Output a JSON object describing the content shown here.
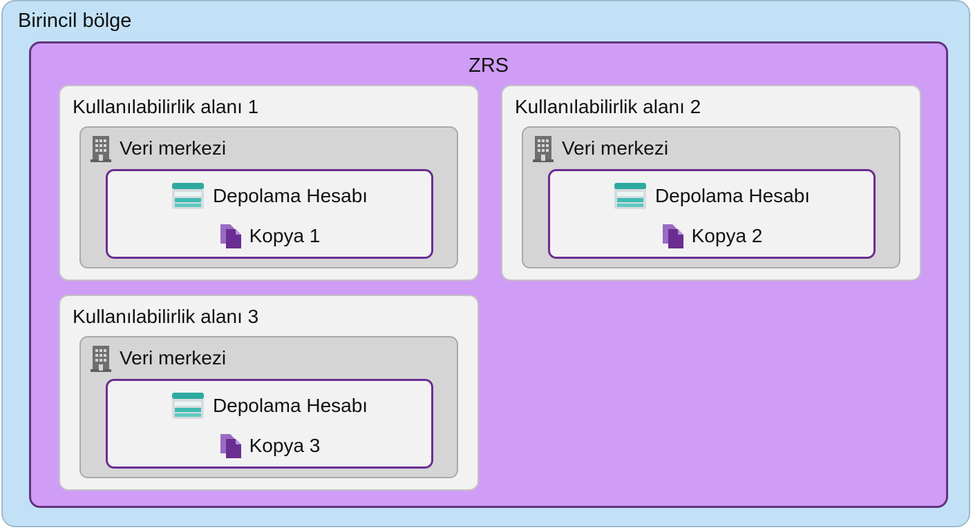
{
  "region": {
    "title": "Birincil bölge"
  },
  "zrs": {
    "title": "ZRS"
  },
  "zones": [
    {
      "title": "Kullanılabilirlik alanı 1",
      "datacenter": {
        "title": "Veri merkezi",
        "icon": "building-icon",
        "account": {
          "title": "Depolama Hesabı",
          "icon": "storage-account-icon",
          "copy_label": "Kopya 1",
          "copy_icon": "copy-documents-icon"
        }
      }
    },
    {
      "title": "Kullanılabilirlik alanı 2",
      "datacenter": {
        "title": "Veri merkezi",
        "icon": "building-icon",
        "account": {
          "title": "Depolama Hesabı",
          "icon": "storage-account-icon",
          "copy_label": "Kopya 2",
          "copy_icon": "copy-documents-icon"
        }
      }
    },
    {
      "title": "Kullanılabilirlik alanı 3",
      "datacenter": {
        "title": "Veri merkezi",
        "icon": "building-icon",
        "account": {
          "title": "Depolama Hesabı",
          "icon": "storage-account-icon",
          "copy_label": "Kopya 3",
          "copy_icon": "copy-documents-icon"
        }
      }
    }
  ],
  "colors": {
    "region_fill": "#c3e1f6",
    "zrs_fill": "#cf9df6",
    "zrs_border": "#62327f",
    "zone_fill": "#f2f2f2",
    "datacenter_fill": "#d5d5d5",
    "account_border": "#6a2d91",
    "storage_teal": "#2eaaa0",
    "copy_purple": "#7b3aa8"
  }
}
